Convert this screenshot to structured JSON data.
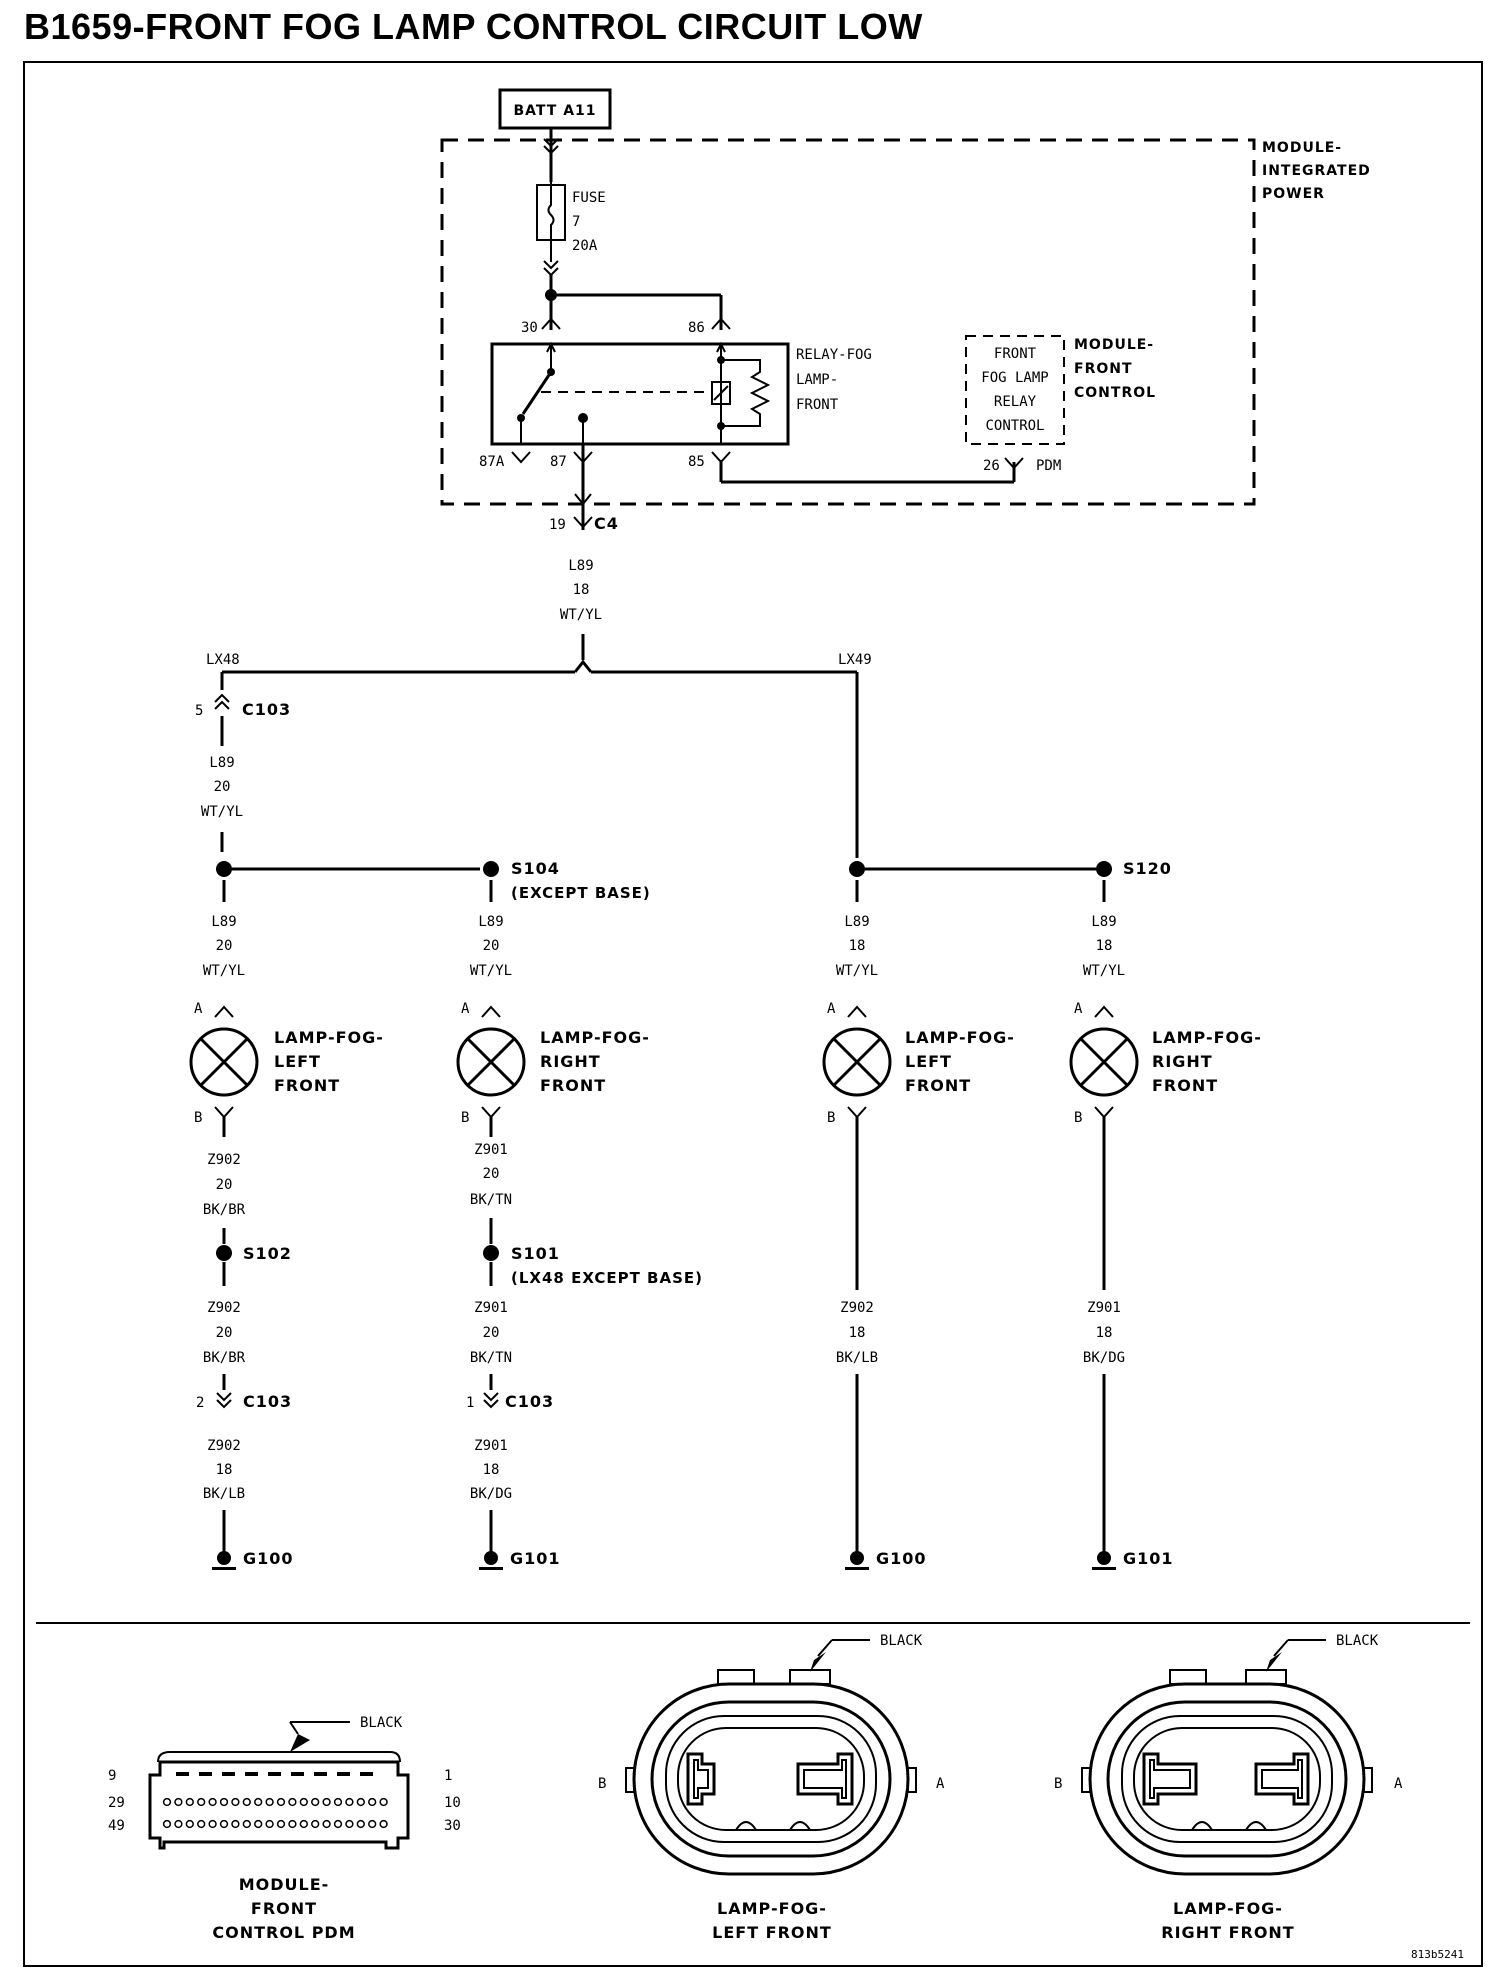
{
  "title": "B1659-FRONT FOG LAMP CONTROL CIRCUIT LOW",
  "batt": "BATT A11",
  "module_ipm": [
    "MODULE-",
    "INTEGRATED",
    "POWER"
  ],
  "fuse": [
    "FUSE",
    "7",
    "20A"
  ],
  "relay_label": [
    "RELAY-FOG",
    "LAMP-",
    "FRONT"
  ],
  "relay_pins": {
    "p30": "30",
    "p86": "86",
    "p87a": "87A",
    "p87": "87",
    "p85": "85"
  },
  "fcm_box": [
    "FRONT",
    "FOG LAMP",
    "RELAY",
    "CONTROL"
  ],
  "fcm_module": [
    "MODULE-",
    "FRONT",
    "CONTROL"
  ],
  "pin_26": "26",
  "pdm": "PDM",
  "c4": {
    "pin": "19",
    "name": "C4"
  },
  "main_wire": [
    "L89",
    "18",
    "WT/YL"
  ],
  "lx48": "LX48",
  "lx49": "LX49",
  "c103_top": {
    "pin": "5",
    "name": "C103"
  },
  "left_feed_wire": [
    "L89",
    "20",
    "WT/YL"
  ],
  "splices": {
    "s104": [
      "S104",
      "(EXCEPT BASE)"
    ],
    "s120": "S120",
    "s102": "S102",
    "s101": [
      "S101",
      "(LX48 EXCEPT BASE)"
    ]
  },
  "lamp_feeds": [
    [
      "L89",
      "20",
      "WT/YL"
    ],
    [
      "L89",
      "20",
      "WT/YL"
    ],
    [
      "L89",
      "18",
      "WT/YL"
    ],
    [
      "L89",
      "18",
      "WT/YL"
    ]
  ],
  "pin_a": "A",
  "pin_b": "B",
  "lamps": [
    [
      "LAMP-FOG-",
      "LEFT",
      "FRONT"
    ],
    [
      "LAMP-FOG-",
      "RIGHT",
      "FRONT"
    ],
    [
      "LAMP-FOG-",
      "LEFT",
      "FRONT"
    ],
    [
      "LAMP-FOG-",
      "RIGHT",
      "FRONT"
    ]
  ],
  "ground_wires": {
    "c1_a": [
      "Z902",
      "20",
      "BK/BR"
    ],
    "c1_b": [
      "Z902",
      "20",
      "BK/BR"
    ],
    "c1_c": [
      "Z902",
      "18",
      "BK/LB"
    ],
    "c2_a": [
      "Z901",
      "20",
      "BK/TN"
    ],
    "c2_b": [
      "Z901",
      "20",
      "BK/TN"
    ],
    "c2_c": [
      "Z901",
      "18",
      "BK/DG"
    ],
    "c3": [
      "Z902",
      "18",
      "BK/LB"
    ],
    "c4": [
      "Z901",
      "18",
      "BK/DG"
    ]
  },
  "c103_left": {
    "pin": "2",
    "name": "C103"
  },
  "c103_right": {
    "pin": "1",
    "name": "C103"
  },
  "grounds": [
    "G100",
    "G101",
    "G100",
    "G101"
  ],
  "connectors": {
    "black": "BLACK",
    "pdm_pins": {
      "tl": "9",
      "ml": "29",
      "bl": "49",
      "tr": "1",
      "mr": "10",
      "br": "30"
    },
    "pdm_caption": [
      "MODULE-",
      "FRONT",
      "CONTROL PDM"
    ],
    "lamp_left_caption": [
      "LAMP-FOG-",
      "LEFT FRONT"
    ],
    "lamp_right_caption": [
      "LAMP-FOG-",
      "RIGHT FRONT"
    ],
    "pin_b": "B",
    "pin_a": "A"
  },
  "ref_code": "813b5241"
}
